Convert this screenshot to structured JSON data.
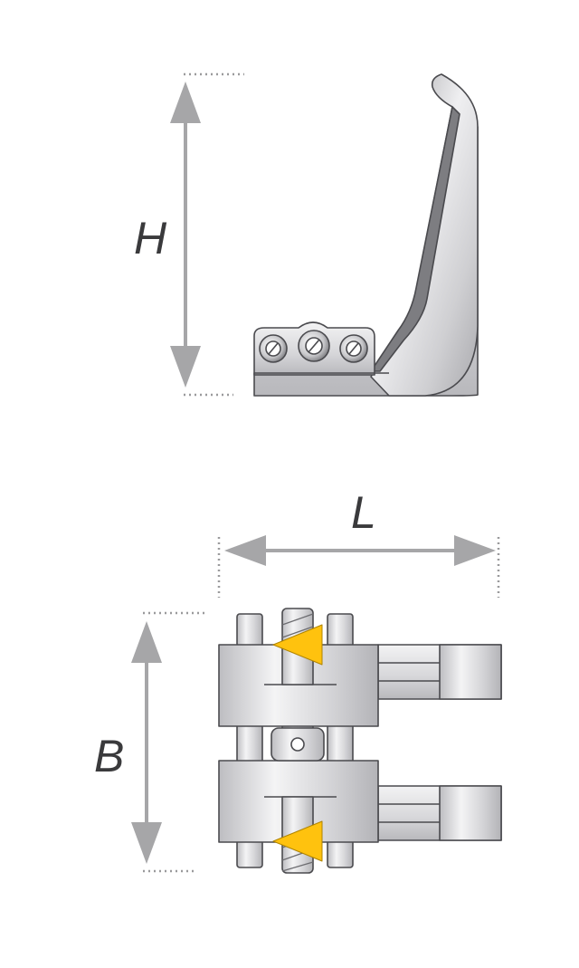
{
  "dimensions": {
    "height_label": "H",
    "length_label": "L",
    "width_label": "B"
  },
  "colors": {
    "arrow": "#a6a6a8",
    "metal_light": "#f2f2f3",
    "metal_mid": "#c9c9cc",
    "metal_dark": "#8e8e92",
    "outline": "#4a4a4e",
    "accent_yellow": "#ffc20e"
  },
  "icons": {
    "top_view": "cultivator-tine-side-view",
    "bottom_view": "tine-clamp-top-view"
  }
}
